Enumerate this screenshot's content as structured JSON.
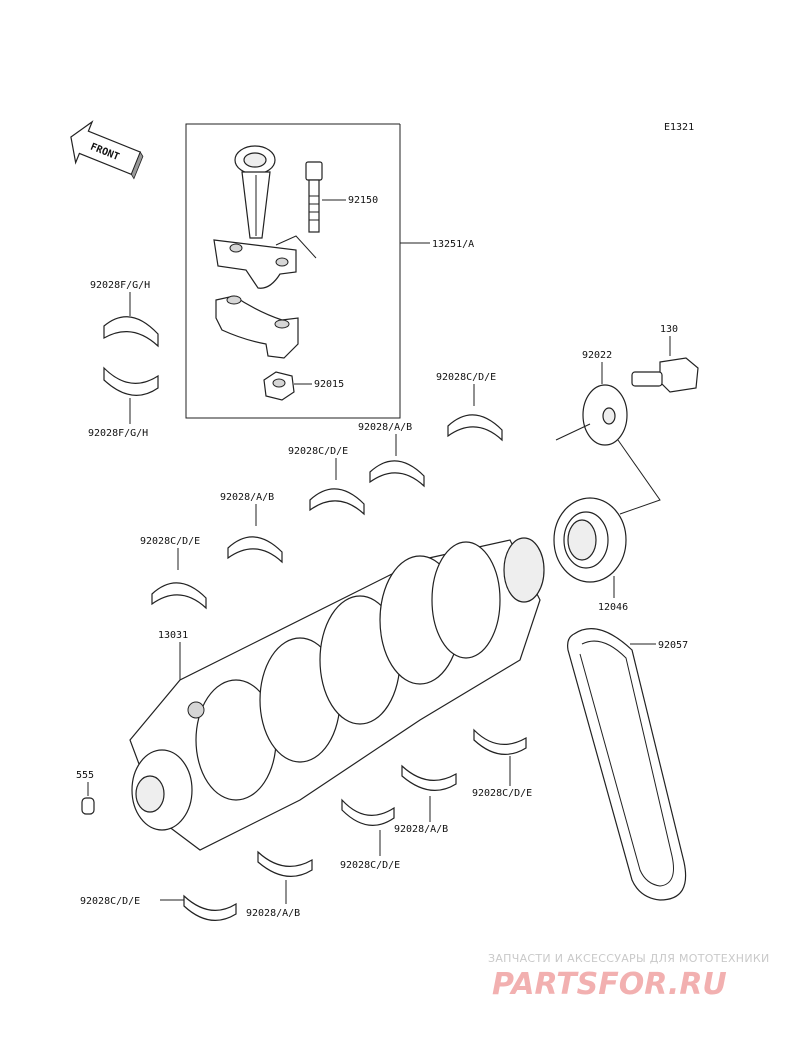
{
  "diagram_code": "E1321",
  "front_label": "FRONT",
  "labels": {
    "conrod_bolt": "92150",
    "conrod_assy": "13251/A",
    "conrod_nut": "92015",
    "conrod_bearing_upper": "92028F/G/H",
    "conrod_bearing_lower": "92028F/G/H",
    "washer": "92022",
    "bolt": "130",
    "bearing_cde_1": "92028C/D/E",
    "bearing_ab_1": "92028/A/B",
    "bearing_cde_2": "92028C/D/E",
    "bearing_ab_2": "92028/A/B",
    "bearing_cde_3": "92028C/D/E",
    "gear": "12046",
    "chain": "92057",
    "crankshaft": "13031",
    "pin": "555",
    "bearing_cde_4": "92028C/D/E",
    "bearing_ab_3": "92028/A/B",
    "bearing_cde_5": "92028C/D/E",
    "bearing_ab_4": "92028/A/B",
    "bearing_cde_6": "92028C/D/E"
  },
  "watermark": {
    "tagline": "ЗАПЧАСТИ И АКСЕССУАРЫ ДЛЯ МОТОТЕХНИКИ",
    "logo": "PARTSFOR.RU"
  }
}
